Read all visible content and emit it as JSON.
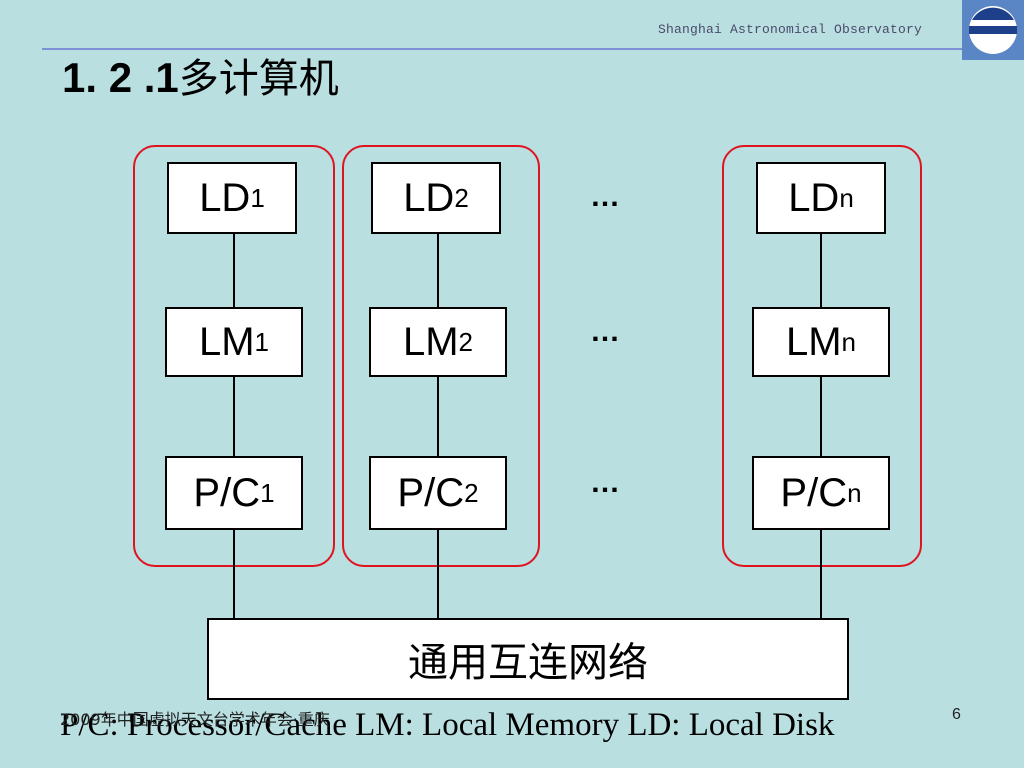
{
  "header": {
    "organization": "Shanghai Astronomical Observatory"
  },
  "title": {
    "number": "1. 2 .1",
    "text": "多计算机"
  },
  "nodes": [
    {
      "ld_main": "LD",
      "ld_sub": "1",
      "lm_main": "LM",
      "lm_sub": "1",
      "pc_main": "P/C",
      "pc_sub": "1"
    },
    {
      "ld_main": "LD",
      "ld_sub": "2",
      "lm_main": "LM",
      "lm_sub": "2",
      "pc_main": "P/C",
      "pc_sub": "2"
    },
    {
      "ld_main": "LD",
      "ld_sub": "n",
      "lm_main": "LM",
      "lm_sub": "n",
      "pc_main": "P/C",
      "pc_sub": "n"
    }
  ],
  "ellipsis": "…",
  "network_label": "通用互连网络",
  "legend": "P/C: Processor/Cache    LM: Local Memory   LD: Local Disk",
  "footer": {
    "conference": "2009年中国虚拟天文台学术年会·重庆",
    "page_number": "6"
  },
  "colors": {
    "background": "#b9dfe1",
    "group_border": "#e0141f",
    "header_line": "#7d8fd6",
    "logo": "#5a86c6"
  }
}
